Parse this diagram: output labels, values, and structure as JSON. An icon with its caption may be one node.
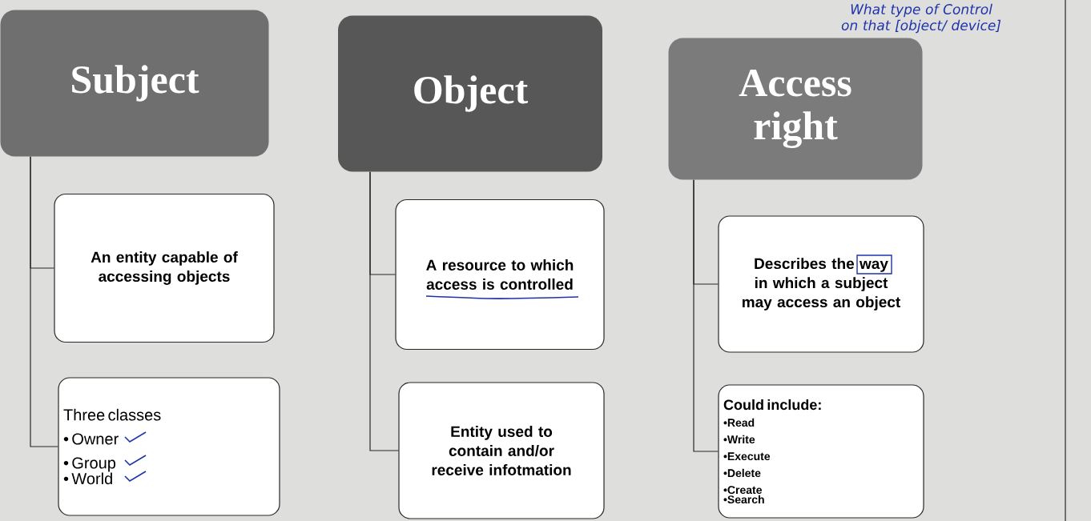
{
  "diagram": {
    "nodes": [
      {
        "text": [
          "Subject"
        ]
      },
      {
        "text": [
          "An entity capable of accessing objects"
        ]
      },
      {
        "text": [
          "Three classes",
          "• Owner",
          "• Group",
          "• World"
        ]
      },
      {
        "text": [
          "Object"
        ]
      },
      {
        "text": [
          "A resource to which access is controlled"
        ]
      },
      {
        "text": [
          "Entity used to contain and/or receive infotmation"
        ]
      },
      {
        "text": [
          "Access right"
        ]
      },
      {
        "text": [
          "Describes the way in which a subject may access an object"
        ]
      },
      {
        "text": [
          "Could include:",
          "•Read",
          "•Write",
          "•Execute",
          "•Delete",
          "•Create",
          "•Search"
        ]
      }
    ],
    "edges": [
      {
        "from": 0,
        "to": 1,
        "arrow": "none"
      },
      {
        "from": 0,
        "to": 2,
        "arrow": "none"
      },
      {
        "from": 3,
        "to": 4,
        "arrow": "none"
      },
      {
        "from": 3,
        "to": 5,
        "arrow": "none"
      },
      {
        "from": 6,
        "to": 7,
        "arrow": "none"
      },
      {
        "from": 6,
        "to": 8,
        "arrow": "none"
      }
    ],
    "labels": [
      "What type of Control on that [object/ device]"
    ]
  }
}
